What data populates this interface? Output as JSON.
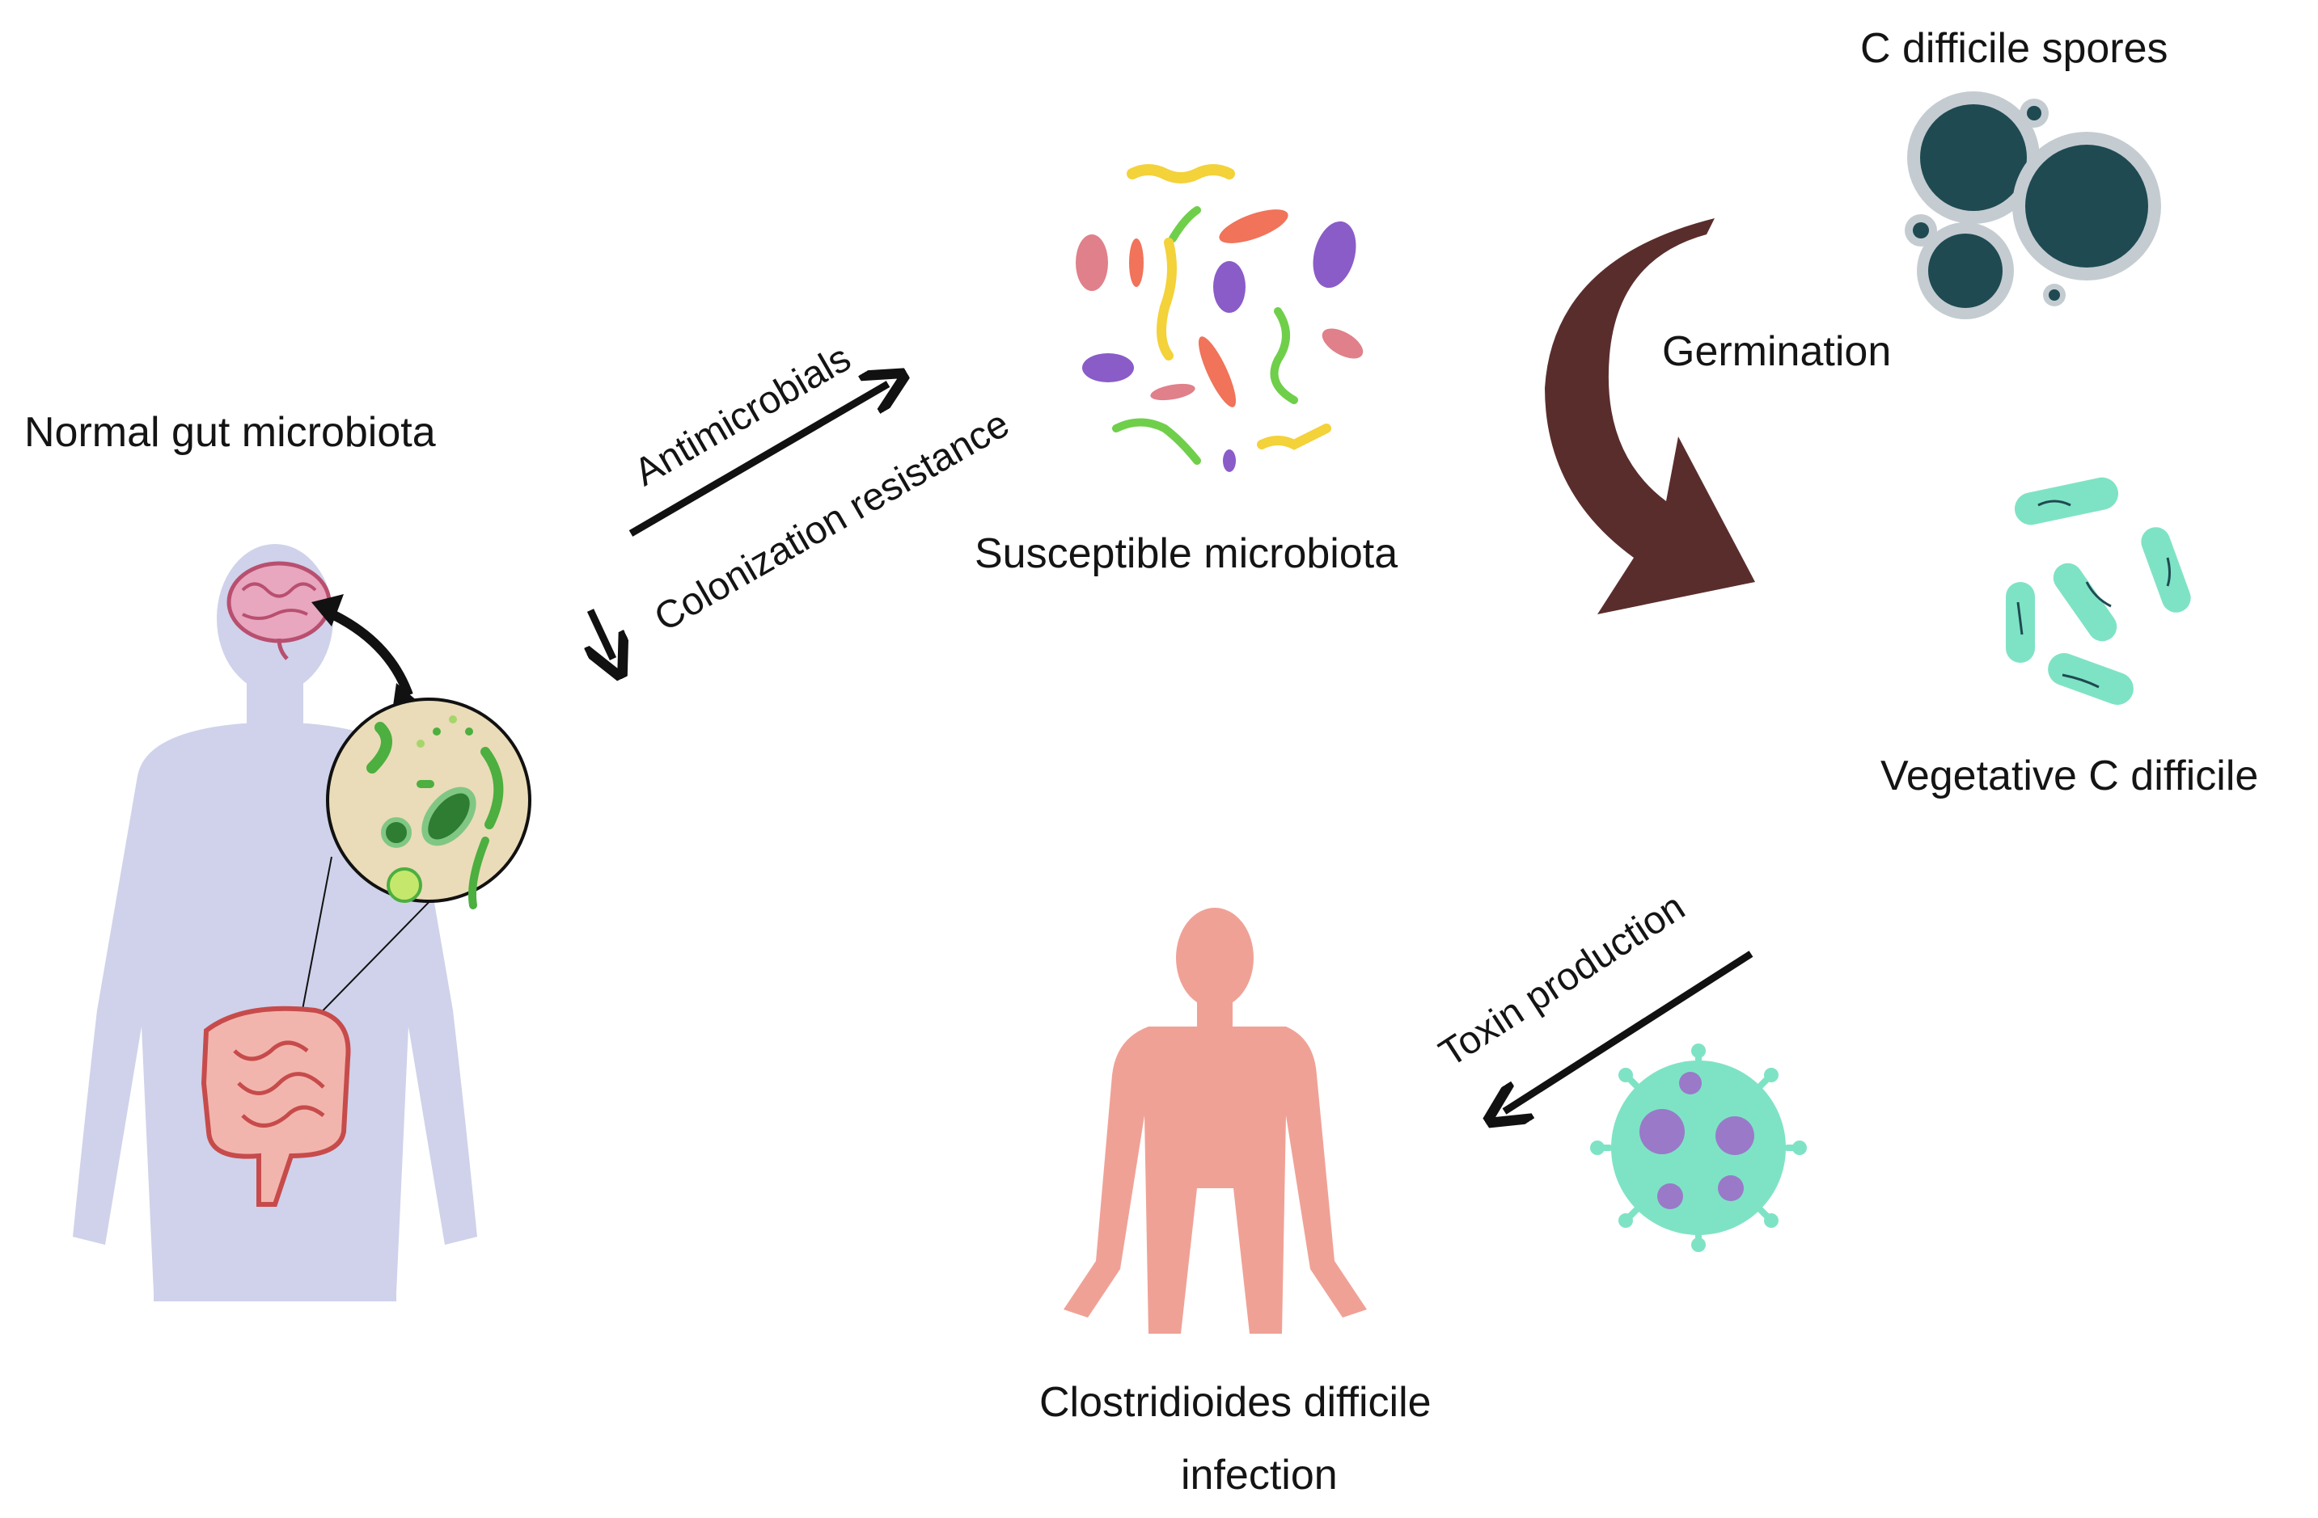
{
  "labels": {
    "normal_gut": "Normal gut microbiota",
    "antimicrobials": "Antimicrobials",
    "colonization_resistance": "Colonization resistance",
    "susceptible": "Susceptible microbiota",
    "spores": "C difficile spores",
    "germination": "Germination",
    "vegetative": "Vegetative C difficile",
    "toxin": "Toxin production",
    "infection_line1": "Clostridioides difficile",
    "infection_line2": "infection"
  },
  "icons": [
    "human-silhouette-icon",
    "brain-icon",
    "gut-intestine-icon",
    "microbiome-magnifier-icon",
    "bacteria-cluster-icon",
    "spores-icon",
    "vegetative-bacteria-icon",
    "toxin-virus-icon",
    "infected-human-icon",
    "curved-arrow-icon"
  ],
  "colors": {
    "human_silhouette": "#cfd2ea",
    "infected_human": "#f0a196",
    "gut": "#e79a9a",
    "brain": "#e8a6bf",
    "curved_arrow": "#5a2d2d",
    "spores": "#1f4a52",
    "vegetative": "#7ee3c4",
    "toxin_body": "#7ee3c4",
    "toxin_spots": "#9a79c9",
    "microbiome_bg": "#eadcb8",
    "microbiome_green": "#4caf3f"
  }
}
